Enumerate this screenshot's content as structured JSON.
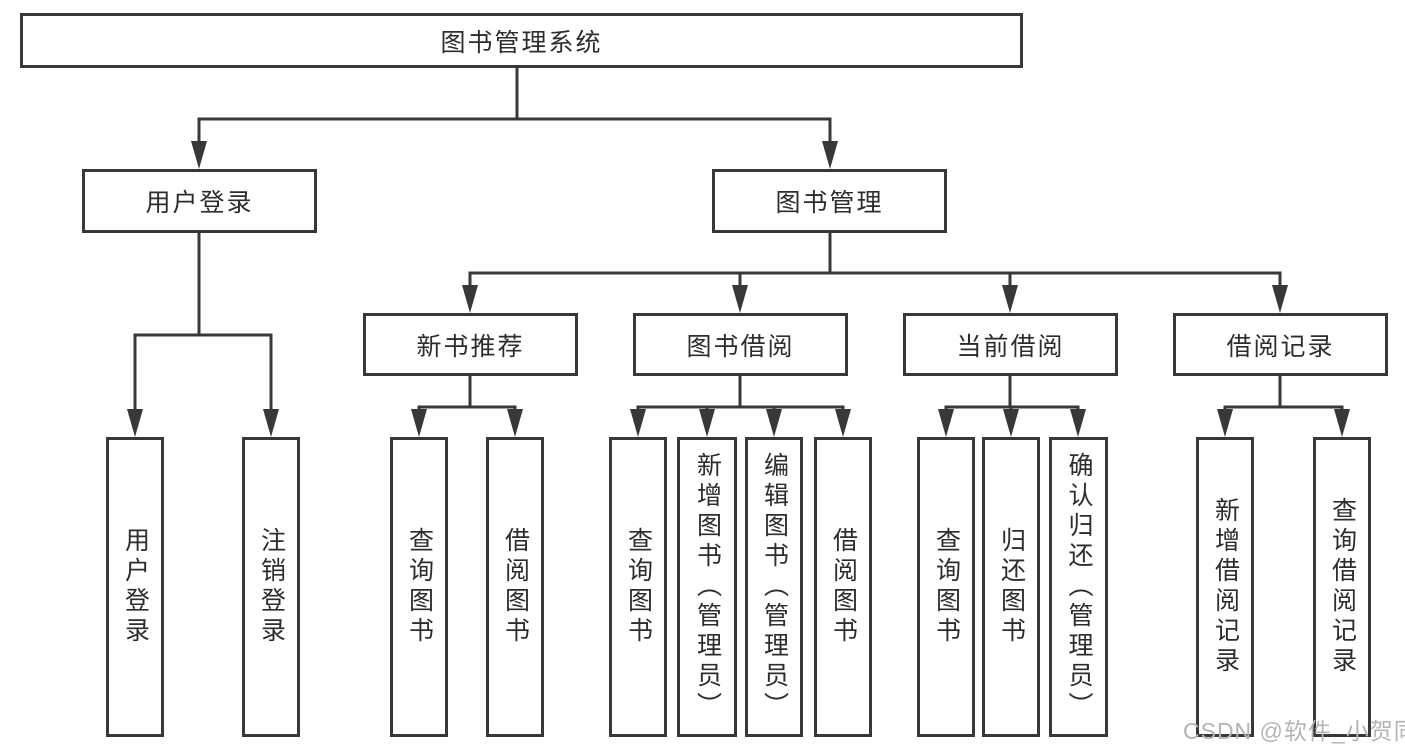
{
  "tree": {
    "label": "图书管理系统",
    "children": [
      {
        "label": "用户登录",
        "children": [
          {
            "label": "用户登录"
          },
          {
            "label": "注销登录"
          }
        ]
      },
      {
        "label": "图书管理",
        "children": [
          {
            "label": "新书推荐",
            "children": [
              {
                "label": "查询图书"
              },
              {
                "label": "借阅图书"
              }
            ]
          },
          {
            "label": "图书借阅",
            "children": [
              {
                "label": "查询图书"
              },
              {
                "label": "新增图书（管理员）"
              },
              {
                "label": "编辑图书（管理员）"
              },
              {
                "label": "借阅图书"
              }
            ]
          },
          {
            "label": "当前借阅",
            "children": [
              {
                "label": "查询图书"
              },
              {
                "label": "归还图书"
              },
              {
                "label": "确认归还（管理员）"
              }
            ]
          },
          {
            "label": "借阅记录",
            "children": [
              {
                "label": "新增借阅记录"
              },
              {
                "label": "查询借阅记录"
              }
            ]
          }
        ]
      }
    ]
  },
  "watermark": {
    "text": "CSDN @软件_小贺同学"
  },
  "colors": {
    "line": "#383838",
    "box_border": "#383838",
    "text": "#2d2d2d",
    "watermark": "#b4b4b4",
    "background": "#ffffff"
  }
}
